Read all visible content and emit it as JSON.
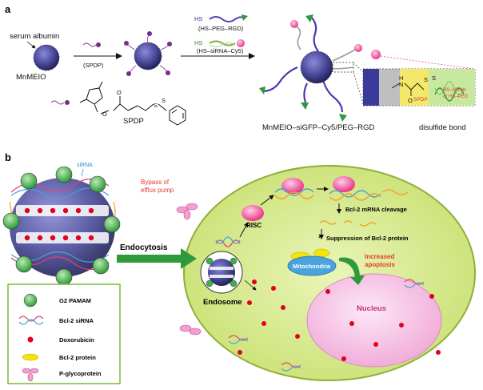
{
  "panel_a": {
    "label": "a",
    "serum_albumin": "serum albumin",
    "mnmeio": "MnMEIO",
    "spdp_step": "(SPDP)",
    "spdp_struct": "SPDP",
    "hs_label_1": "HS",
    "reagent_1": "(HS–PEG–RGD)",
    "hs_label_2": "HS",
    "reagent_2": "(HS–siRNA–Cy5)",
    "product": "MnMEIO–siGFP–Cy5/PEG–RGD",
    "disulfide": "disulfide bond",
    "inset_h": "H",
    "inset_n": "N",
    "inset_s1": "S",
    "inset_s2": "S",
    "inset_o": "O",
    "inset_spdp": "SPDP",
    "inset_rs_1": "RS–siRNA",
    "inset_rs_2": "or HS–PEG"
  },
  "panel_b": {
    "label": "b",
    "sirna": "siRNA",
    "bypass_1": "Bypass of",
    "bypass_2": "efflux pump",
    "risc": "RISC",
    "cleavage": "Bcl-2 mRNA cleavage",
    "suppression": "Suppression of Bcl-2 protein",
    "mitochondria": "Mitochondria",
    "increased_1": "Increased",
    "increased_2": "apoptosis",
    "endocytosis": "Endocytosis",
    "endosome": "Endosome",
    "nucleus": "Nucleus",
    "legend": [
      {
        "icon": "pamam-dendrimer-icon",
        "label": "G2 PAMAM"
      },
      {
        "icon": "sirna-helix-icon",
        "label": "Bcl-2 siRNA"
      },
      {
        "icon": "doxorubicin-dot-icon",
        "label": "Doxorubicin"
      },
      {
        "icon": "bcl2-protein-icon",
        "label": "Bcl-2 protein"
      },
      {
        "icon": "p-glycoprotein-icon",
        "label": "P-glycoprotein"
      }
    ]
  },
  "colors": {
    "nanoparticle": "#4a4a9a",
    "cell": "#d7ea8a",
    "cell_border": "#8fae3a",
    "nucleus": "#f5c6e4",
    "doxorubicin": "#e3001b",
    "pamam": "#3cae4a",
    "arrow_green": "#2e9a3a",
    "mitochondria": "#4aa3de",
    "protein": "#f4e40a",
    "highlight_red": "#e43a2a"
  }
}
